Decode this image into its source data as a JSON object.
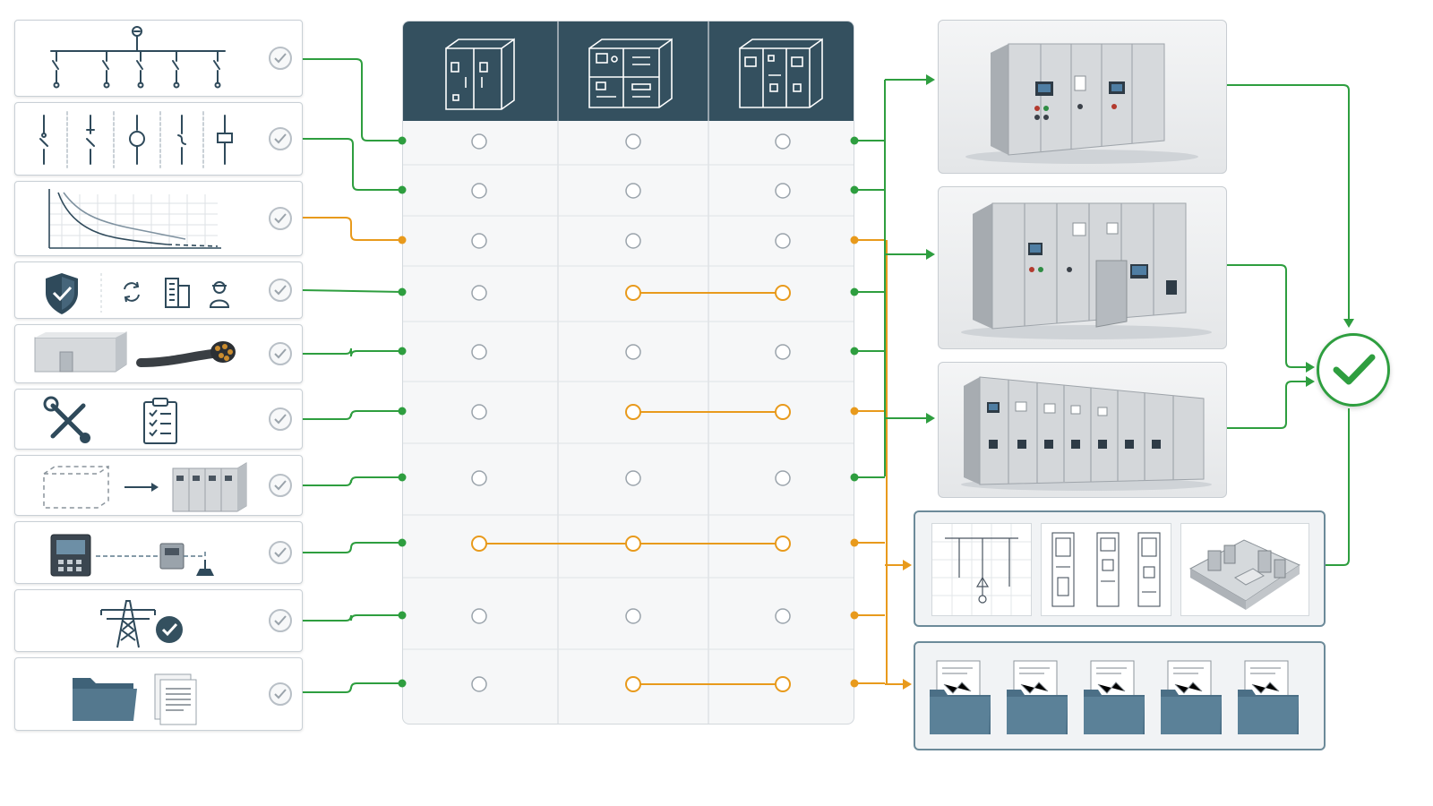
{
  "colors": {
    "green": "#2e9e3f",
    "orange": "#e89a1c",
    "header": "#34505f",
    "icon": "#2f4a5b",
    "check_ring": "#b8bfc6",
    "panel_border": "#6c8a99"
  },
  "requirements": [
    {
      "id": "single-line-diagram",
      "icon": "single-line-diagram-icon",
      "status": "checked"
    },
    {
      "id": "switching-components",
      "icon": "switching-symbols-icon",
      "status": "checked"
    },
    {
      "id": "protection-curve",
      "icon": "trip-curve-icon",
      "status": "checked"
    },
    {
      "id": "safety-and-service",
      "icon": "shield-check-icon",
      "status": "checked"
    },
    {
      "id": "enclosure-and-cabling",
      "icon": "enclosure-cable-icon",
      "status": "checked"
    },
    {
      "id": "maintenance-and-checklist",
      "icon": "wrench-checklist-icon",
      "status": "checked"
    },
    {
      "id": "space-to-lineup",
      "icon": "footprint-lineup-icon",
      "status": "checked"
    },
    {
      "id": "control-and-metering",
      "icon": "relay-meter-icon",
      "status": "checked"
    },
    {
      "id": "grid-connection",
      "icon": "transmission-tower-icon",
      "status": "checked"
    },
    {
      "id": "documentation",
      "icon": "folder-documents-icon",
      "status": "checked"
    }
  ],
  "matrix": {
    "columns": [
      {
        "id": "compact-cabinet",
        "icon": "switchgear-2-bay-icon"
      },
      {
        "id": "modular-cabinet",
        "icon": "switchgear-modular-icon"
      },
      {
        "id": "extended-cabinet",
        "icon": "switchgear-3-bay-icon"
      }
    ],
    "rows": [
      {
        "link": "green",
        "span": null
      },
      {
        "link": "green",
        "span": null
      },
      {
        "link": "orange",
        "span": null
      },
      {
        "link": "green",
        "span": [
          1,
          2
        ]
      },
      {
        "link": "green",
        "span": null
      },
      {
        "link": "green",
        "span": [
          1,
          2
        ]
      },
      {
        "link": "green",
        "span": null
      },
      {
        "link": "green",
        "span": [
          0,
          2
        ]
      },
      {
        "link": "green",
        "span": null
      },
      {
        "link": "green",
        "span": [
          1,
          2
        ]
      }
    ],
    "right_links": [
      "green",
      "green",
      "orange",
      "green",
      "green",
      "orange",
      "green",
      "orange",
      "orange",
      "orange"
    ]
  },
  "outputs": [
    {
      "id": "switchgear-option-1",
      "icon": "switchgear-photo-icon"
    },
    {
      "id": "switchgear-option-2",
      "icon": "switchgear-photo-icon"
    },
    {
      "id": "switchgear-option-3",
      "icon": "switchgear-photo-icon"
    },
    {
      "id": "engineering-drawings",
      "icon": "drawing-set-icon"
    },
    {
      "id": "document-package",
      "icon": "document-folder-icon"
    }
  ],
  "result": {
    "icon": "approved-check-icon",
    "status": "approved"
  }
}
